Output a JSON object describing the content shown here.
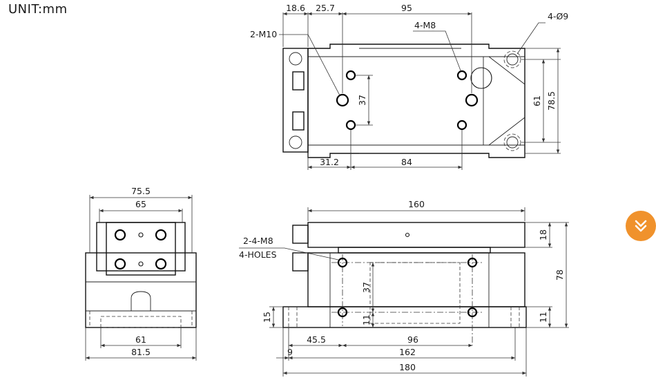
{
  "unit_label": "UNIT:mm",
  "top_view": {
    "dim_a": "18.6",
    "dim_b": "25.7",
    "dim_c": "95",
    "callout_m10": "2-M10",
    "callout_m8": "4-M8",
    "callout_d9": "4-Ø9",
    "dim_37": "37",
    "dim_61": "61",
    "dim_785": "78.5",
    "dim_312": "31.2",
    "dim_84": "84"
  },
  "side_view": {
    "dim_755": "75.5",
    "dim_65": "65",
    "dim_61": "61",
    "dim_815": "81.5"
  },
  "front_view": {
    "dim_160": "160",
    "callout_line1": "2-4-M8",
    "callout_line2": "4-HOLES",
    "dim_18": "18",
    "dim_78": "78",
    "dim_37": "37",
    "dim_11_left": "11",
    "dim_15": "15",
    "dim_11_right": "11",
    "dim_455": "45.5",
    "dim_96": "96",
    "dim_9": "9",
    "dim_162": "162",
    "dim_180": "180"
  },
  "colors": {
    "accent": "#f0922c",
    "line": "#111111",
    "background": "#ffffff"
  },
  "scroll_button": {
    "icon": "double-chevron-down-icon"
  }
}
